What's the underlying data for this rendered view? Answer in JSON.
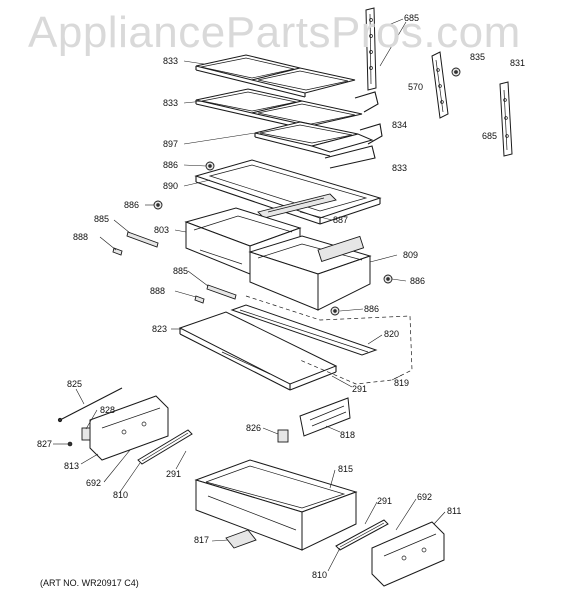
{
  "watermark": "AppliancePartsPros.com",
  "art_number": "(ART NO. WR20917 C4)",
  "callouts": {
    "c685a": "685",
    "c833a": "833",
    "c833b": "833",
    "c835": "835",
    "c831": "831",
    "c570": "570",
    "c834": "834",
    "c685b": "685",
    "c897": "897",
    "c886a": "886",
    "c833c": "833",
    "c890": "890",
    "c886b": "886",
    "c887": "887",
    "c885a": "885",
    "c803": "803",
    "c888a": "888",
    "c809": "809",
    "c886c": "886",
    "c885b": "885",
    "c888b": "888",
    "c886d": "886",
    "c823": "823",
    "c820": "820",
    "c291a": "291",
    "c819": "819",
    "c825": "825",
    "c828": "828",
    "c826": "826",
    "c818": "818",
    "c827": "827",
    "c813": "813",
    "c692a": "692",
    "c291b": "291",
    "c815": "815",
    "c810a": "810",
    "c291c": "291",
    "c692b": "692",
    "c811": "811",
    "c817": "817",
    "c810b": "810"
  }
}
